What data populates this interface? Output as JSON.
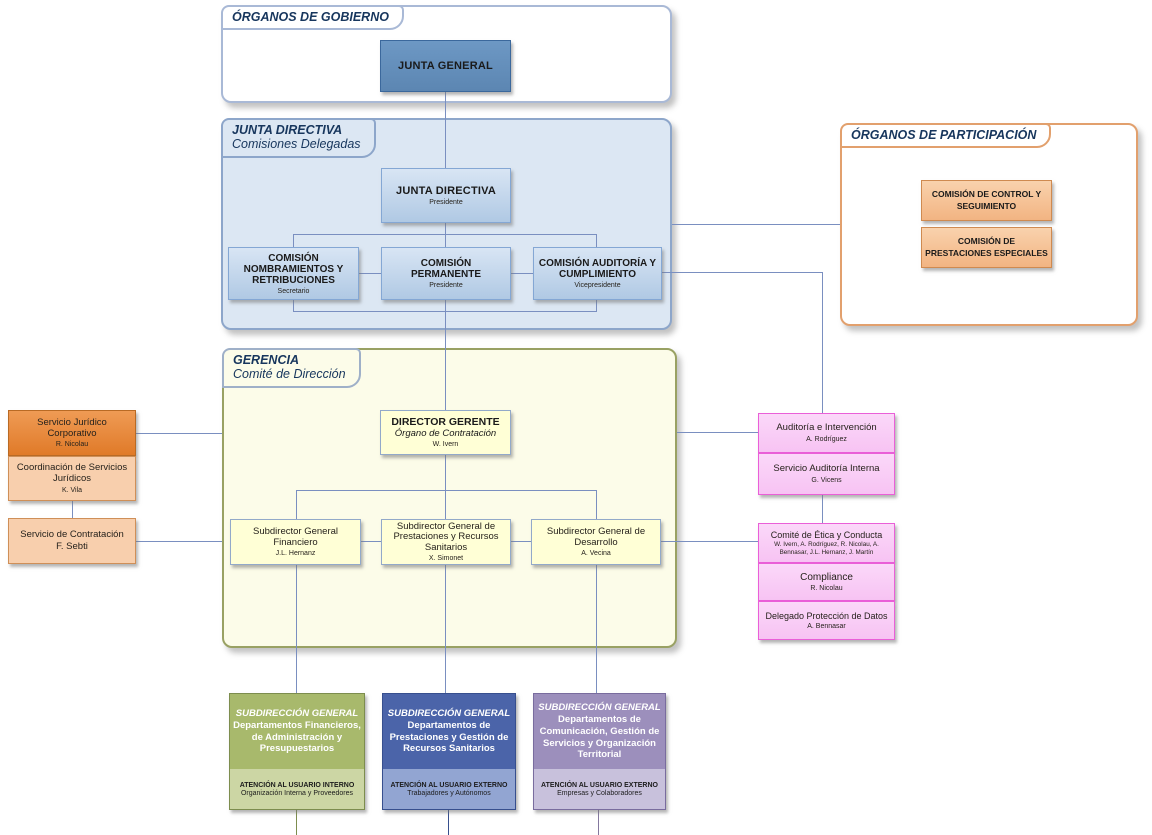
{
  "diagram": {
    "gobierno": {
      "label": "ÓRGANOS DE GOBIERNO",
      "junta_general": "JUNTA GENERAL"
    },
    "directiva": {
      "label": "JUNTA DIRECTIVA",
      "sublabel": "Comisiones Delegadas",
      "junta_directiva": {
        "title": "JUNTA DIRECTIVA",
        "role": "Presidente"
      },
      "comisiones": [
        {
          "title": "COMISIÓN NOMBRAMIENTOS Y RETRIBUCIONES",
          "role": "Secretario"
        },
        {
          "title": "COMISIÓN PERMANENTE",
          "role": "Presidente"
        },
        {
          "title": "COMISIÓN AUDITORÍA Y CUMPLIMIENTO",
          "role": "Vicepresidente"
        }
      ]
    },
    "participacion": {
      "label": "ÓRGANOS DE PARTICIPACIÓN",
      "comisiones": [
        "COMISIÓN DE CONTROL Y SEGUIMIENTO",
        "COMISIÓN DE PRESTACIONES ESPECIALES"
      ]
    },
    "gerencia": {
      "label": "GERENCIA",
      "sublabel": "Comité de Dirección",
      "director": {
        "title": "DIRECTOR GERENTE",
        "subtitle": "Órgano de Contratación",
        "person": "W. Ivern"
      },
      "subdirecciones": [
        {
          "title": "Subdirector General Financiero",
          "person": "J.L. Hernanz"
        },
        {
          "title": "Subdirector General de Prestaciones y Recursos Sanitarios",
          "person": "X. Simonet"
        },
        {
          "title": "Subdirector General de Desarrollo",
          "person": "A. Vecina"
        }
      ]
    },
    "juridico": [
      {
        "title": "Servicio Jurídico Corporativo",
        "person": "R. Nicolau"
      },
      {
        "title": "Coordinación de Servicios Jurídicos",
        "person": "K. Vila"
      },
      {
        "title": "Servicio de Contratación",
        "person": "F. Sebti"
      }
    ],
    "auditoria": [
      {
        "title": "Auditoría e Intervención",
        "person": "A. Rodríguez"
      },
      {
        "title": "Servicio Auditoría Interna",
        "person": "G. Vicens"
      }
    ],
    "etica": [
      {
        "title": "Comité de Ética y Conducta",
        "person": "W. Ivern, A. Rodríguez, R. Nicolau, A. Bennasar, J.L. Hernanz, J. Martín"
      },
      {
        "title": "Compliance",
        "person": "R. Nicolau"
      },
      {
        "title": "Delegado Protección de Datos",
        "person": "A. Bennasar"
      }
    ],
    "subdirecciones_generales": [
      {
        "header": "SUBDIRECCIÓN GENERAL",
        "dept": "Departamentos Financieros, de Administración y Presupuestarios",
        "atencion": "ATENCIÓN AL USUARIO INTERNO",
        "publico": "Organización Interna y Proveedores"
      },
      {
        "header": "SUBDIRECCIÓN GENERAL",
        "dept": "Departamentos de Prestaciones y Gestión de Recursos Sanitarios",
        "atencion": "ATENCIÓN AL USUARIO EXTERNO",
        "publico": "Trabajadores y Autónomos"
      },
      {
        "header": "SUBDIRECCIÓN GENERAL",
        "dept": "Departamentos de Comunicación, Gestión de Servicios y Organización Territorial",
        "atencion": "ATENCIÓN AL USUARIO EXTERNO",
        "publico": "Empresas y Colaboradores"
      }
    ],
    "colors": {
      "connector": "#7a8fc0",
      "junta_general_fill": "#5e89b8",
      "blue_box_fill": "#bdd3e9",
      "directiva_panel_fill": "#dce7f3",
      "participacion_border": "#e2a06d",
      "orange_box_fill": "#f6c59c",
      "orange_dark_fill": "#e5833b",
      "gerencia_panel_fill": "#fcfce9",
      "yellow_box_fill": "#ffffd6",
      "pink_box_fill": "#fad2f8",
      "pink_border": "#ea5fd8",
      "green_header": "#a8b96c",
      "blue_header": "#4b64a9",
      "purple_header": "#9c8fbc"
    }
  }
}
